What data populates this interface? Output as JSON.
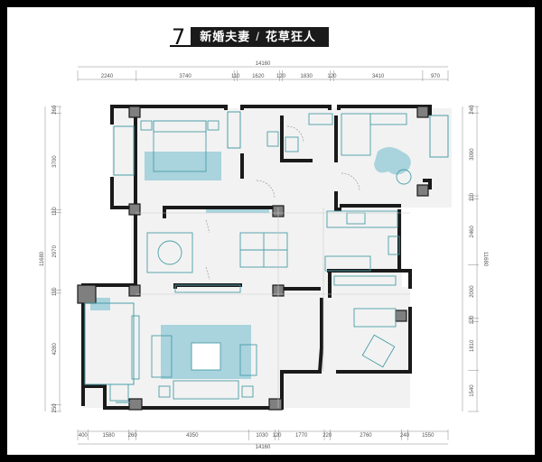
{
  "title": {
    "number": "7",
    "left": "新婚夫妻",
    "separator": "/",
    "right": "花草狂人"
  },
  "dimensions": {
    "top_total": "14160",
    "top_segments": [
      "2240",
      "3740",
      "110",
      "1620",
      "120",
      "1830",
      "120",
      "3410",
      "970"
    ],
    "bottom_total": "14160",
    "bottom_segments": [
      "400",
      "1580",
      "260",
      "4350",
      "1030",
      "120",
      "1770",
      "220",
      "2760",
      "240",
      "1550"
    ],
    "left_total": "11680",
    "left_segments": [
      "260",
      "3700",
      "110",
      "2970",
      "110",
      "4280",
      "250"
    ],
    "right_total": "11680",
    "right_segments": [
      "240",
      "3090",
      "110",
      "2460",
      "2000",
      "120",
      "1810",
      "1540"
    ]
  },
  "colors": {
    "background": "#000000",
    "paper": "#ffffff",
    "wall": "#1a1a1a",
    "pillar": "#7f7f7f",
    "floor": "#f0f0f0",
    "accent": "#a9d3dd",
    "furniture_line": "#4a9ea8"
  }
}
